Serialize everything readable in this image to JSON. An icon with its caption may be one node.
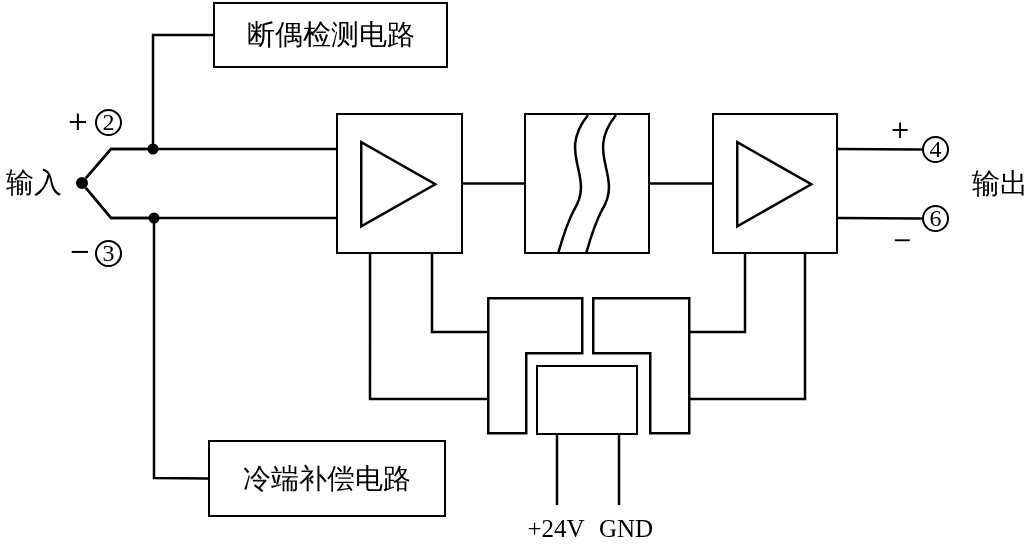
{
  "diagram": {
    "nodes": [
      {
        "text": [
          "断偶检测电路"
        ]
      },
      {
        "text": [
          "2"
        ]
      },
      {
        "text": [],
        "shape": "circle",
        "beside": [
          "输入"
        ]
      },
      {
        "text": [
          "3"
        ]
      },
      {
        "text": [],
        "shape": "box"
      },
      {
        "text": [],
        "shape": "triangle",
        "in": 4
      },
      {
        "text": [],
        "shape": "box"
      },
      {
        "text": [],
        "shape": "box"
      },
      {
        "text": [],
        "shape": "triangle",
        "in": 7
      },
      {
        "text": [
          "4"
        ]
      },
      {
        "text": [
          "6"
        ]
      },
      {
        "text": [],
        "shape": "box"
      },
      {
        "text": [],
        "shape": "box"
      },
      {
        "text": [],
        "shape": "box"
      },
      {
        "text": [
          "冷端补偿电路"
        ]
      }
    ],
    "edges": [
      {
        "from": 2,
        "to": 4,
        "arrow": "none"
      },
      {
        "from": 2,
        "to": 4,
        "arrow": "none"
      },
      {
        "from": 2,
        "to": 0,
        "arrow": "none"
      },
      {
        "from": 2,
        "to": 14,
        "arrow": "none"
      },
      {
        "from": 4,
        "to": 6,
        "arrow": "none"
      },
      {
        "from": 6,
        "to": 7,
        "arrow": "none"
      },
      {
        "from": 7,
        "to": 9,
        "arrow": "none"
      },
      {
        "from": 7,
        "to": 10,
        "arrow": "none"
      },
      {
        "from": 4,
        "to": 11,
        "arrow": "none"
      },
      {
        "from": 4,
        "to": 11,
        "arrow": "none"
      },
      {
        "from": 7,
        "to": 12,
        "arrow": "none"
      },
      {
        "from": 7,
        "to": 12,
        "arrow": "none"
      },
      {
        "from": 13,
        "to": null,
        "arrow": "none"
      },
      {
        "from": 13,
        "to": null,
        "arrow": "none"
      }
    ],
    "labels": [
      "+",
      "−",
      "+",
      "−",
      "输出",
      "+24V",
      "GND"
    ]
  }
}
